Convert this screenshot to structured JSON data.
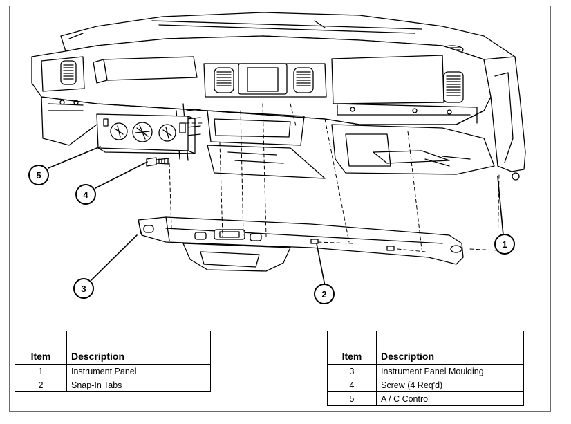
{
  "callouts": {
    "c1": "1",
    "c2": "2",
    "c3": "3",
    "c4": "4",
    "c5": "5"
  },
  "legend_left": {
    "header_item": "Item",
    "header_desc": "Description",
    "rows": [
      {
        "item": "1",
        "description": "Instrument Panel"
      },
      {
        "item": "2",
        "description": "Snap-In Tabs"
      }
    ]
  },
  "legend_right": {
    "header_item": "Item",
    "header_desc": "Description",
    "rows": [
      {
        "item": "3",
        "description": "Instrument Panel Moulding"
      },
      {
        "item": "4",
        "description": "Screw (4 Req'd)"
      },
      {
        "item": "5",
        "description": "A / C Control"
      }
    ]
  }
}
